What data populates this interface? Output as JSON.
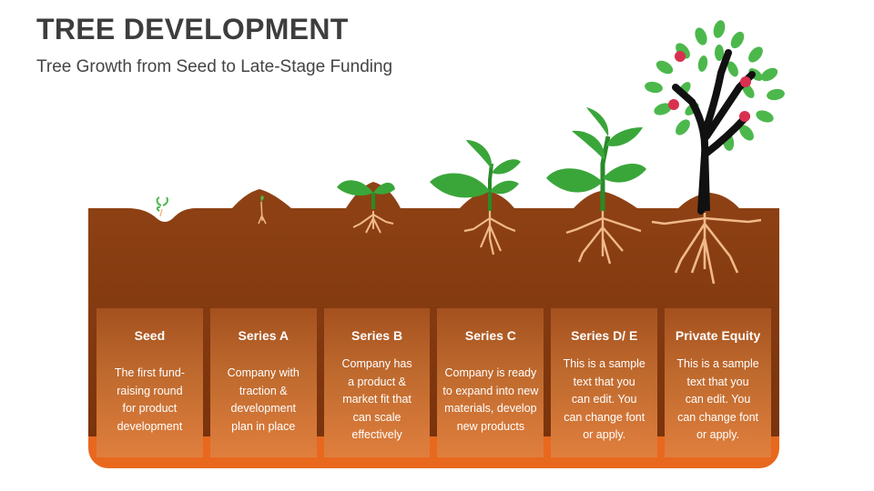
{
  "header": {
    "title": "TREE DEVELOPMENT",
    "subtitle": "Tree Growth from Seed to Late-Stage Funding"
  },
  "colors": {
    "soil": "#8b3d10",
    "soil_dark": "#7a320b",
    "panel_top": "#a5511f",
    "panel_bottom": "#e07f3e",
    "leaf": "#3aa63a",
    "leaf_dark": "#2a8a2a",
    "root": "#f0b98a",
    "trunk": "#111111",
    "fruit": "#d9304f"
  },
  "stages": [
    {
      "title": "Seed",
      "description": "The first fund-\nraising round\nfor product\ndevelopment",
      "icon": "seed-icon"
    },
    {
      "title": "Series A",
      "description": "Company with\ntraction &\ndevelopment\nplan in place",
      "icon": "sprout-icon"
    },
    {
      "title": "Series B",
      "description": "Company has\na product &\nmarket fit that\ncan scale\neffectively",
      "icon": "seedling-icon"
    },
    {
      "title": "Series C",
      "description": "Company is ready\nto expand into new\nmaterials, develop\nnew products",
      "icon": "young-plant-icon"
    },
    {
      "title": "Series D/ E",
      "description": "This is a sample\ntext that you\ncan edit. You\ncan change font\nor apply.",
      "icon": "sapling-icon"
    },
    {
      "title": "Private Equity",
      "description": "This is a sample\ntext that you\ncan edit. You\ncan change font\nor apply.",
      "icon": "fruit-tree-icon"
    }
  ]
}
